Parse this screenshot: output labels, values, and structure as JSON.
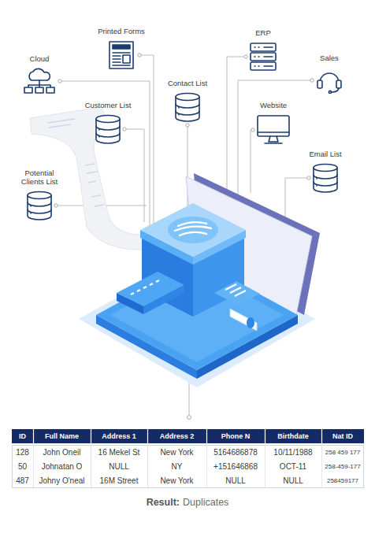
{
  "diagram": {
    "nodes": [
      {
        "text": [
          "Printed Forms"
        ]
      },
      {
        "text": [
          "ERP"
        ]
      },
      {
        "text": [
          "Cloud"
        ]
      },
      {
        "text": [
          "Sales"
        ]
      },
      {
        "text": [
          "Contact List"
        ]
      },
      {
        "text": [
          "Customer List"
        ]
      },
      {
        "text": [
          "Website"
        ]
      },
      {
        "text": [
          "Email List"
        ]
      },
      {
        "text": [
          "Potential Clients List"
        ]
      }
    ],
    "labels": [
      "ID",
      "Full Name",
      "Address 1",
      "Address 2",
      "Phone N",
      "Birthdate",
      "Nat ID",
      "128",
      "John Oneil",
      "16 Mekel St",
      "New York",
      "5164686878",
      "10/11/1988",
      "258 459 177",
      "50",
      "Johnatan O",
      "NULL",
      "NY",
      "+151646868",
      "OCT-11",
      "258-459-177",
      "487",
      "Johny O'neal",
      "16M Street",
      "New York",
      "NULL",
      "NULL",
      "258459177",
      "Result:",
      "Duplicates"
    ]
  }
}
